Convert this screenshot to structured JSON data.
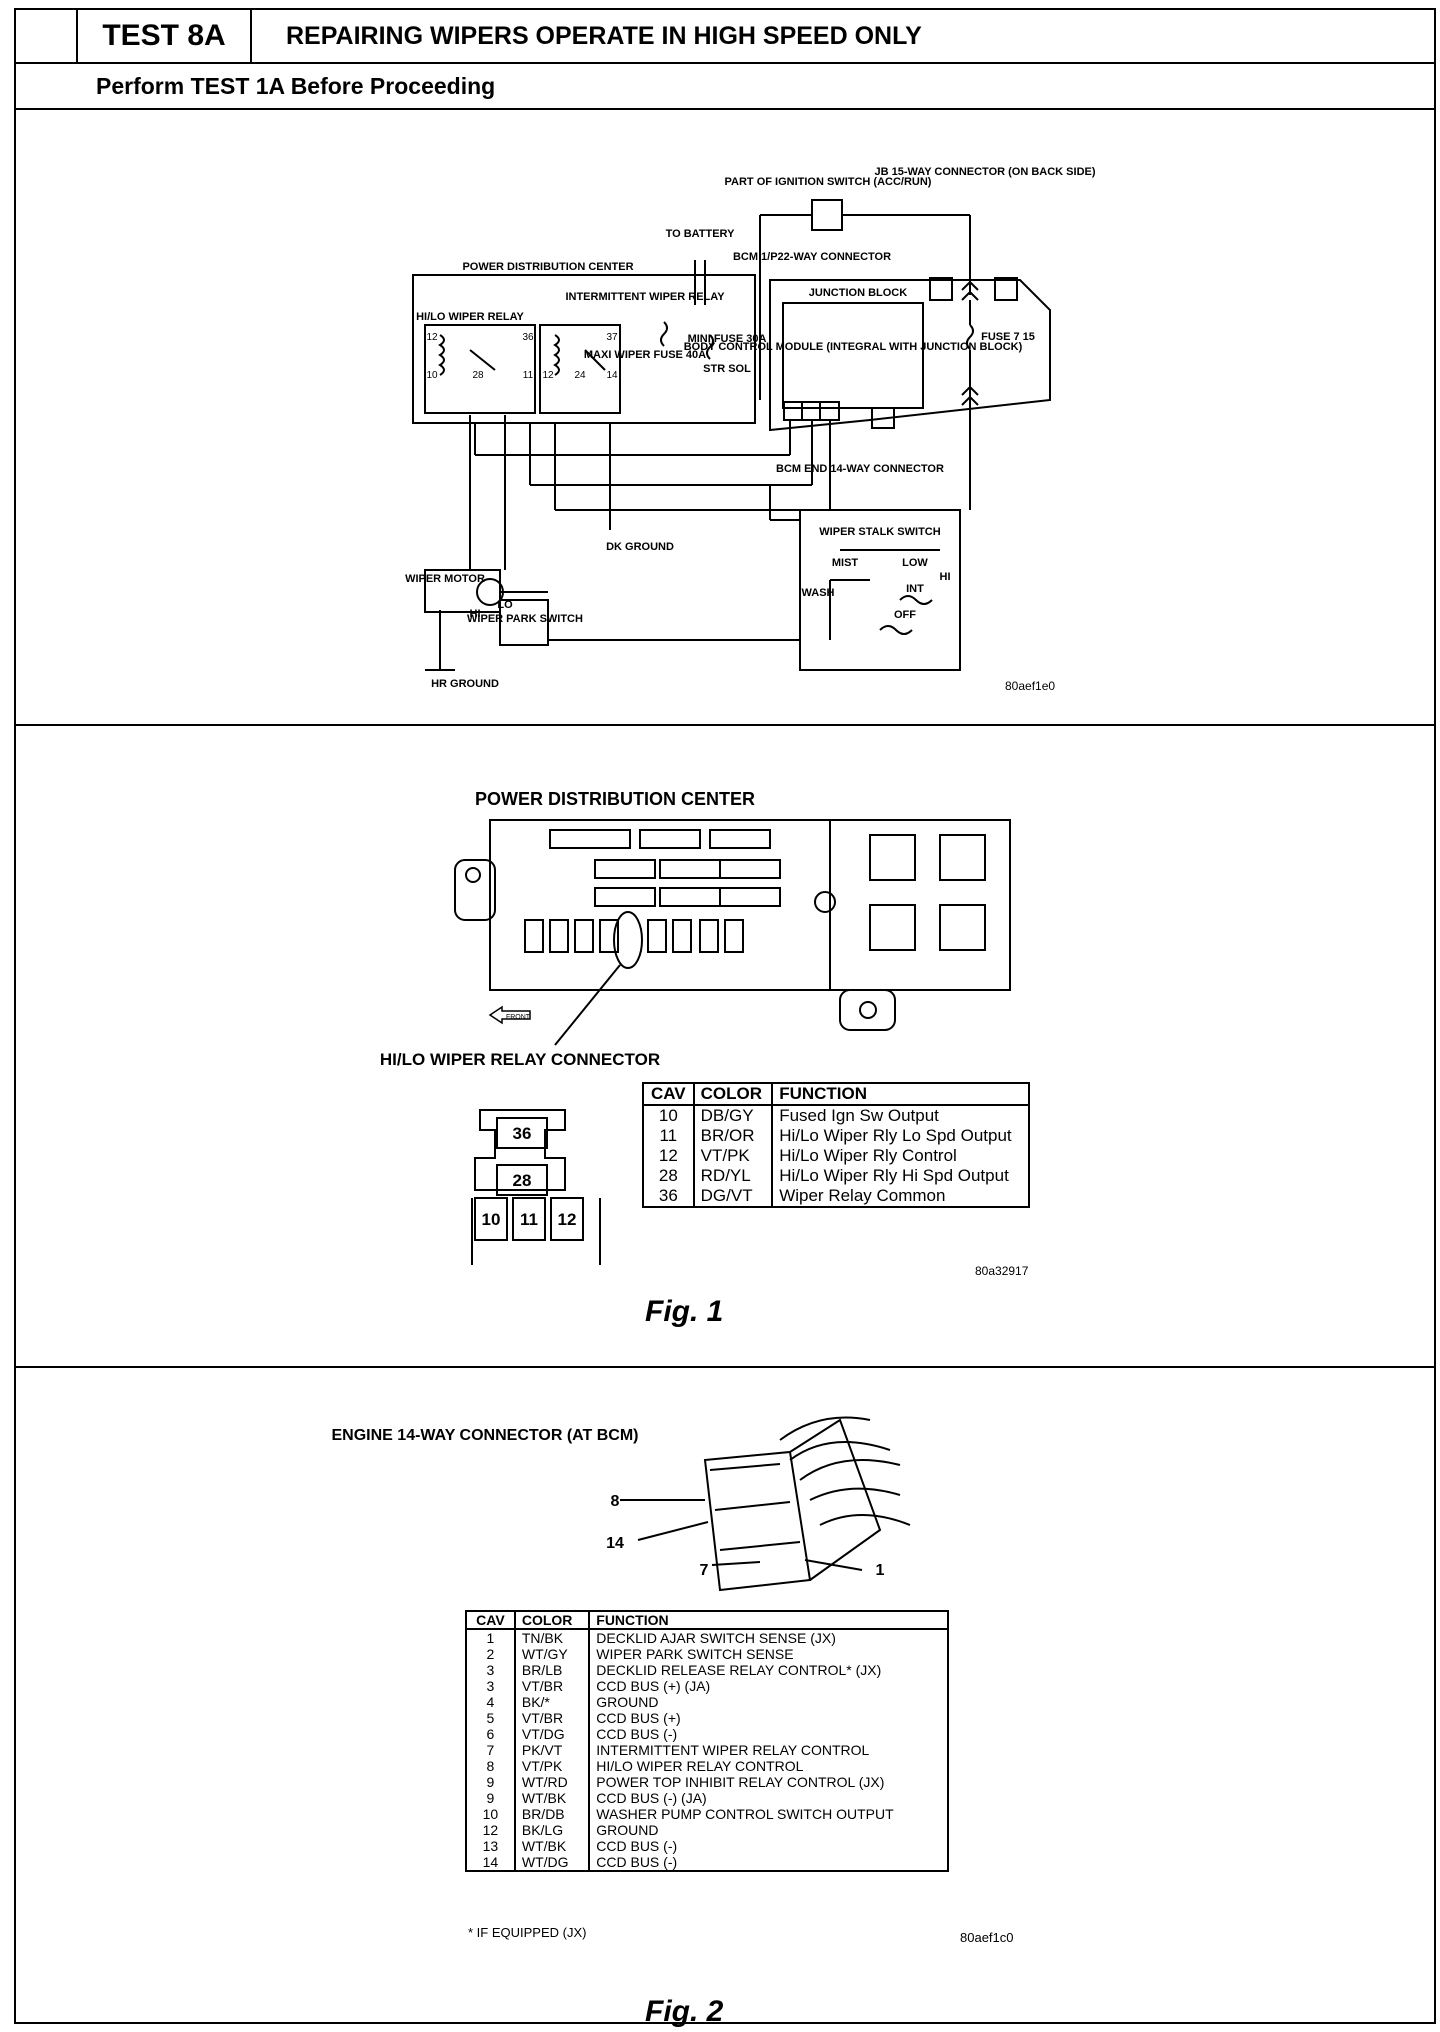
{
  "header": {
    "test_id": "TEST 8A",
    "title": "REPAIRING WIPERS OPERATE IN HIGH SPEED ONLY",
    "subtitle": "Perform TEST 1A Before Proceeding"
  },
  "schematic": {
    "labels": {
      "pdc": "POWER DISTRIBUTION CENTER",
      "battery": "TO BATTERY",
      "hilo_relay": "HI/LO WIPER RELAY",
      "int_relay": "INTERMITTENT WIPER RELAY",
      "maxi_fuse": "MAXI WIPER FUSE 40A",
      "mini_fuse": "MINI FUSE 30A",
      "str_sol": "STR SOL",
      "ign_switch": "PART OF IGNITION SWITCH (ACC/RUN)",
      "jb_connector": "JB 15-WAY CONNECTOR (ON BACK SIDE)",
      "bcm_connector": "BCM 1/P22-WAY CONNECTOR",
      "junction_block": "JUNCTION BLOCK",
      "bcm": "BODY CONTROL MODULE (INTEGRAL WITH JUNCTION BLOCK)",
      "fuse": "FUSE 7 15",
      "bcm_end": "BCM END 14-WAY CONNECTOR",
      "stalk": "WIPER STALK SWITCH",
      "wiper_motor": "WIPER MOTOR",
      "park_switch": "WIPER PARK SWITCH",
      "ground1": "HR GROUND",
      "ground2": "DK GROUND",
      "mist": "MIST",
      "low": "LOW",
      "hi": "HI",
      "int": "INT",
      "off": "OFF",
      "wash": "WASH",
      "hi_m": "HI",
      "lo_m": "LO",
      "code": "80aef1e0"
    },
    "pins": [
      "12",
      "36",
      "10",
      "11",
      "28",
      "37",
      "14",
      "12",
      "24"
    ]
  },
  "fig1": {
    "title": "POWER DISTRIBUTION CENTER",
    "relay_label": "HI/LO WIPER RELAY CONNECTOR",
    "front": "FRONT",
    "connector_pins": [
      "36",
      "28",
      "10",
      "11",
      "12"
    ],
    "table": {
      "headers": [
        "CAV",
        "COLOR",
        "FUNCTION"
      ],
      "rows": [
        [
          "10",
          "DB/GY",
          "Fused Ign Sw Output"
        ],
        [
          "11",
          "BR/OR",
          "Hi/Lo Wiper Rly Lo Spd Output"
        ],
        [
          "12",
          "VT/PK",
          "Hi/Lo Wiper Rly Control"
        ],
        [
          "28",
          "RD/YL",
          "Hi/Lo Wiper Rly Hi Spd Output"
        ],
        [
          "36",
          "DG/VT",
          "Wiper Relay Common"
        ]
      ]
    },
    "code": "80a32917",
    "caption": "Fig. 1"
  },
  "fig2": {
    "title": "ENGINE 14-WAY CONNECTOR (AT BCM)",
    "pin_callouts": [
      "8",
      "14",
      "7",
      "1"
    ],
    "table": {
      "headers": [
        "CAV",
        "COLOR",
        "FUNCTION"
      ],
      "rows": [
        [
          "1",
          "TN/BK",
          "DECKLID AJAR SWITCH SENSE (JX)"
        ],
        [
          "2",
          "WT/GY",
          "WIPER PARK SWITCH SENSE"
        ],
        [
          "3",
          "BR/LB",
          "DECKLID RELEASE RELAY CONTROL* (JX)"
        ],
        [
          "3",
          "VT/BR",
          "CCD BUS (+) (JA)"
        ],
        [
          "4",
          "BK/*",
          "GROUND"
        ],
        [
          "5",
          "VT/BR",
          "CCD BUS (+)"
        ],
        [
          "6",
          "VT/DG",
          "CCD BUS (-)"
        ],
        [
          "7",
          "PK/VT",
          "INTERMITTENT WIPER RELAY CONTROL"
        ],
        [
          "8",
          "VT/PK",
          "HI/LO WIPER RELAY CONTROL"
        ],
        [
          "9",
          "WT/RD",
          "POWER TOP INHIBIT RELAY CONTROL (JX)"
        ],
        [
          "9",
          "WT/BK",
          "CCD BUS (-) (JA)"
        ],
        [
          "10",
          "BR/DB",
          "WASHER PUMP CONTROL SWITCH OUTPUT"
        ],
        [
          "12",
          "BK/LG",
          "GROUND"
        ],
        [
          "13",
          "WT/BK",
          "CCD BUS (-)"
        ],
        [
          "14",
          "WT/DG",
          "CCD BUS (-)"
        ]
      ]
    },
    "footnote": "* IF EQUIPPED (JX)",
    "code": "80aef1c0",
    "caption": "Fig. 2"
  }
}
